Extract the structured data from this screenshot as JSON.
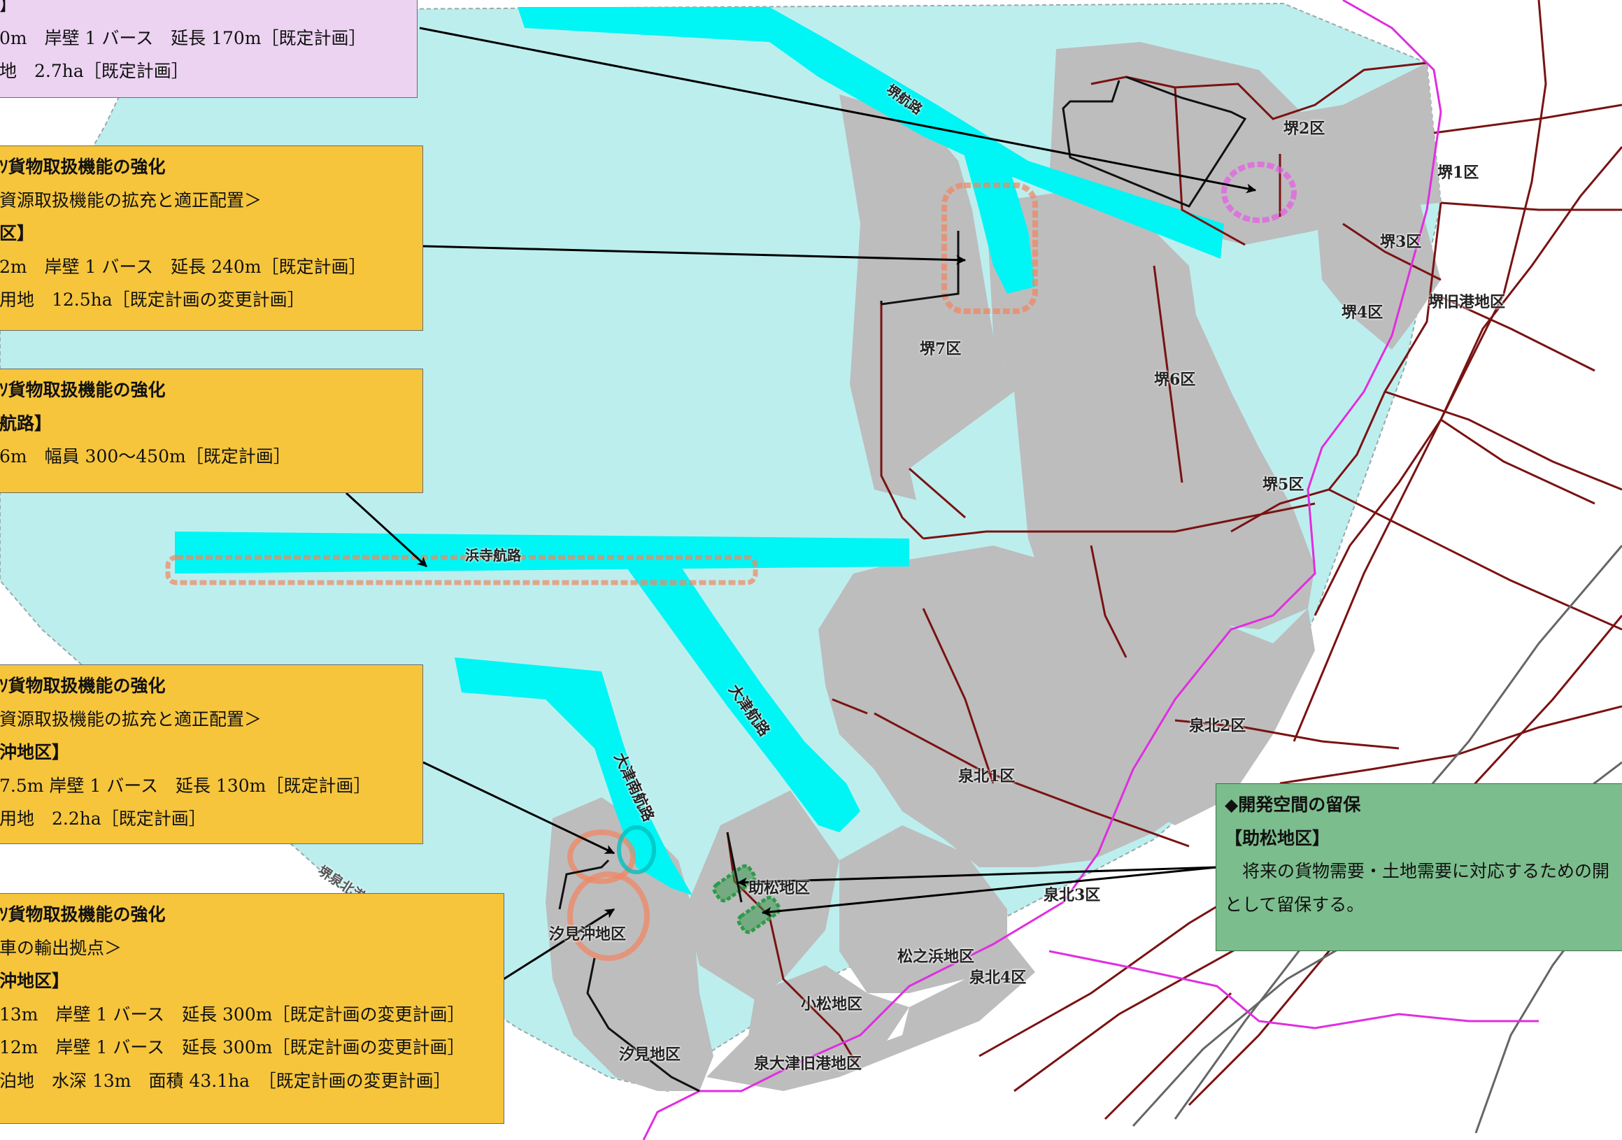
{
  "colors": {
    "sea": "#bdeeee",
    "channel": "#00f5f5",
    "land": "#bdbdbd",
    "road": "#7a1212",
    "boundary": "#e02ee0",
    "rail": "#555555",
    "box_yellow": "#f6c53c",
    "box_pink": "#ebd3f1",
    "box_green": "#7cbd8d",
    "highlight_orange": "#f4845f",
    "highlight_pink": "#e65fe6",
    "highlight_green": "#2e9a4a"
  },
  "map_labels": {
    "sakai_route": "堺航路",
    "hamadera_route": "浜寺航路",
    "otsu_route": "大津航路",
    "otsu_south_route": "大津南航路",
    "sakai2": "堺2区",
    "sakai1": "堺1区",
    "sakai3": "堺3区",
    "sakai4": "堺4区",
    "sakai_old_port": "堺旧港地区",
    "sakai7": "堺7区",
    "sakai6": "堺6区",
    "sakai5": "堺5区",
    "senboku2": "泉北2区",
    "senboku1": "泉北1区",
    "senboku3": "泉北3区",
    "senboku4": "泉北4区",
    "sukematsu": "助松地区",
    "shiomi_oki": "汐見沖地区",
    "shiomi": "汐見地区",
    "matsunohama": "松之浜地区",
    "komatsu": "小松地区",
    "izumi_otsu_old_port": "泉大津旧港地区",
    "port_boundary": "堺泉北港港湾区域"
  },
  "boxes": {
    "pink_top": [
      "】",
      "0m　岸壁 1 バース　延長 170m［既定計画］",
      "地　2.7ha［既定計画］"
    ],
    "yellow_1": [
      "ｿ貨物取扱機能の強化",
      "資源取扱機能の拡充と適正配置＞",
      "区】",
      "2m　岸壁 1 バース　延長 240m［既定計画］",
      "用地　12.5ha［既定計画の変更計画］"
    ],
    "yellow_2": [
      "ｿ貨物取扱機能の強化",
      "航路】",
      "6m　幅員 300～450m［既定計画］"
    ],
    "yellow_3": [
      "ｿ貨物取扱機能の強化",
      "資源取扱機能の拡充と適正配置＞",
      "沖地区】",
      "7.5m 岸壁 1 バース　延長 130m［既定計画］",
      "用地　2.2ha［既定計画］"
    ],
    "yellow_4": [
      "ｿ貨物取扱機能の強化",
      "車の輸出拠点＞",
      "沖地区】",
      "13m　岸壁 1 バース　延長 300m［既定計画の変更計画］",
      "12m　岸壁 1 バース　延長 300m［既定計画の変更計画］",
      "泊地　水深 13m　面積 43.1ha　［既定計画の変更計画］"
    ],
    "green": [
      "◆開発空間の留保",
      "【助松地区】",
      "　将来の貨物需要・土地需要に対応するための開",
      "として留保する。"
    ]
  }
}
